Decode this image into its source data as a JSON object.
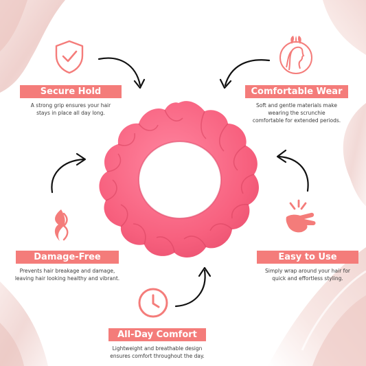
{
  "features": {
    "secure_hold": {
      "title": "Secure Hold",
      "desc_line1": "A strong grip ensures your hair",
      "desc_line2": "stays in place all day long.",
      "icon": "shield-check-icon"
    },
    "comfortable_wear": {
      "title": "Comfortable Wear",
      "desc_line1": "Soft and gentle materials make",
      "desc_line2": "wearing the scrunchie",
      "desc_line3": "comfortable for extended periods.",
      "icon": "woman-profile-icon"
    },
    "damage_free": {
      "title": "Damage-Free",
      "desc_line1": "Prevents hair breakage and damage,",
      "desc_line2": "leaving hair looking healthy and vibrant.",
      "icon": "hair-wave-icon"
    },
    "easy_to_use": {
      "title": "Easy to Use",
      "desc_line1": "Simply wrap around your hair for",
      "desc_line2": "quick and effortless styling.",
      "icon": "snap-hand-icon"
    },
    "all_day_comfort": {
      "title": "All-Day Comfort",
      "desc_line1": "Lightweight and breathable design",
      "desc_line2": "ensures comfort throughout the day.",
      "icon": "clock-icon"
    }
  },
  "colors": {
    "accent": "#f47c7a",
    "scrunchie": "#f7607e",
    "silk": "#f3d9d6"
  }
}
